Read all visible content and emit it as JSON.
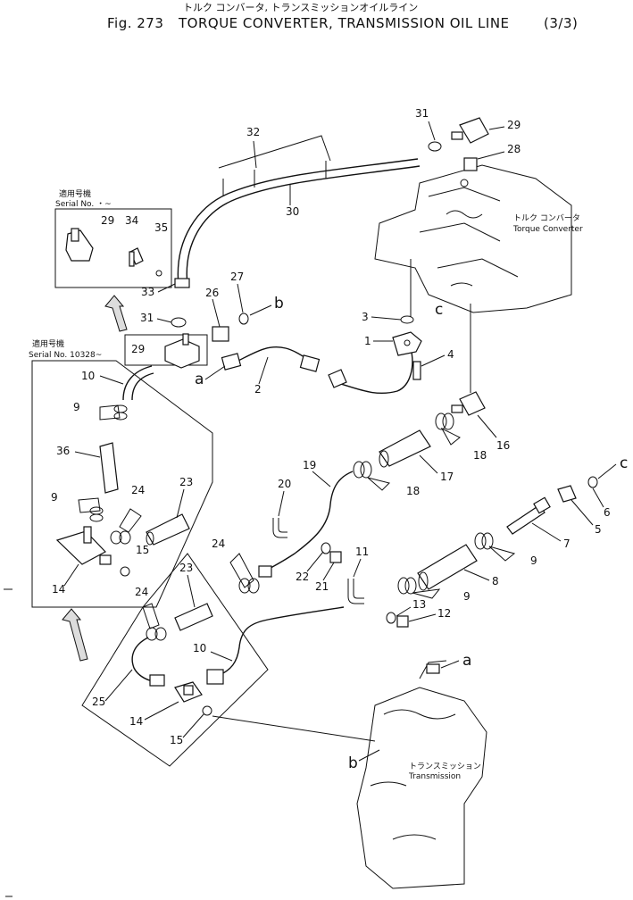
{
  "title": {
    "jp": "トルク コンバータ, トランスミッションオイルライン",
    "fig": "Fig. 273",
    "main": "TORQUE CONVERTER, TRANSMISSION OIL LINE",
    "page": "(3/3)"
  },
  "inset_top": {
    "jp": "適用号機",
    "serial": "Serial No. ・~",
    "parts": [
      "29",
      "34",
      "35"
    ]
  },
  "inset_left": {
    "jp": "適用号機",
    "serial": "Serial No. 10328~"
  },
  "components": {
    "torque_converter": {
      "jp": "トルク コンバータ",
      "en": "Torque Converter"
    },
    "transmission": {
      "jp": "トランスミッション",
      "en": "Transmission"
    }
  },
  "connection_letters": [
    "a",
    "b",
    "c"
  ],
  "part_numbers": [
    "1",
    "2",
    "3",
    "4",
    "5",
    "6",
    "7",
    "8",
    "9",
    "10",
    "11",
    "12",
    "13",
    "14",
    "15",
    "16",
    "17",
    "18",
    "19",
    "20",
    "21",
    "22",
    "23",
    "24",
    "25",
    "26",
    "27",
    "28",
    "29",
    "30",
    "31",
    "32",
    "33",
    "34",
    "35",
    "36"
  ]
}
